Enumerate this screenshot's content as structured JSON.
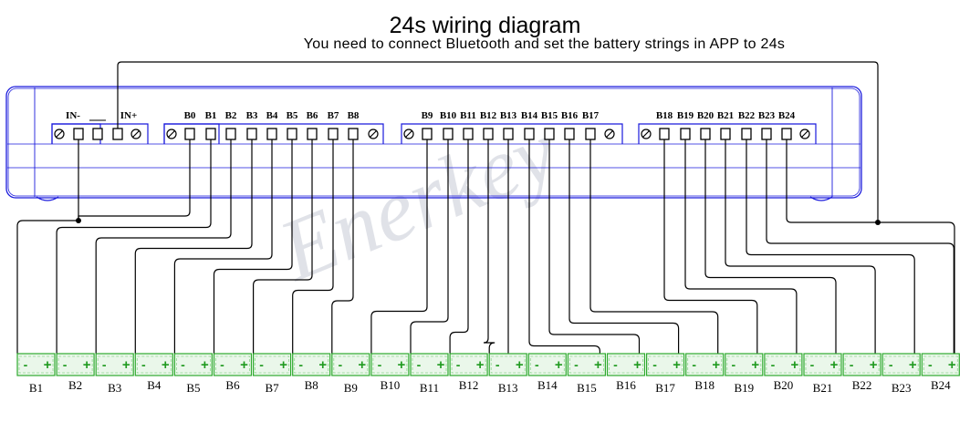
{
  "title": "24s wiring diagram",
  "subtitle": "You need to connect Bluetooth and set the battery strings in APP to 24s",
  "watermark": "Enerkey",
  "colors": {
    "board_outline": "#1a1adc",
    "wire": "#000000",
    "connector_fill": "#eaf7ea",
    "connector_border": "#2eaa2e",
    "plus_sign": "#1f9a1f"
  },
  "terminals": {
    "in_minus": "IN-",
    "in_plus": "IN+",
    "group1": [
      "B0",
      "B1",
      "B2",
      "B3",
      "B4",
      "B5",
      "B6",
      "B7",
      "B8"
    ],
    "group2": [
      "B9",
      "B10",
      "B11",
      "B12",
      "B13",
      "B14",
      "B15",
      "B16",
      "B17"
    ],
    "group3": [
      "B18",
      "B19",
      "B20",
      "B21",
      "B22",
      "B23",
      "B24"
    ]
  },
  "batteries": [
    "B1",
    "B2",
    "B3",
    "B4",
    "B5",
    "B6",
    "B7",
    "B8",
    "B9",
    "B10",
    "B11",
    "B12",
    "B13",
    "B14",
    "B15",
    "B16",
    "B17",
    "B18",
    "B19",
    "B20",
    "B21",
    "B22",
    "B23",
    "B24"
  ],
  "connector_minus": "-",
  "connector_plus": "+"
}
